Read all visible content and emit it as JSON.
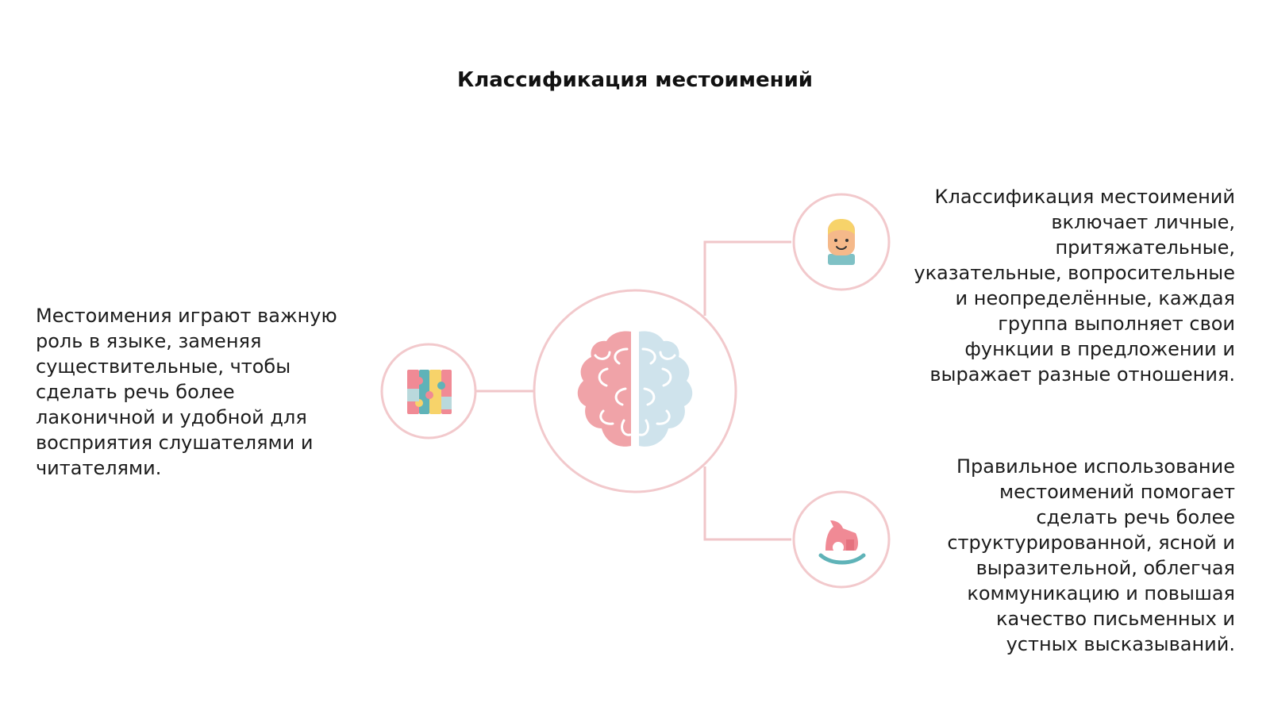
{
  "slide": {
    "title": "Классификация местоимений"
  },
  "blocks": {
    "left_text": "Местоимения играют важную роль в языке, заменяя существительные, чтобы сделать речь более лаконичной и удобной для восприятия слушателями и читателями.",
    "right_top_text": "Классификация местоимений включает личные, притяжательные, указательные, вопросительные и неопределённые, каждая группа выполняет свои функции в предложении и выражает разные отношения.",
    "right_bottom_text": "Правильное использование местоимений помогает сделать речь более структурированной, ясной и выразительной, облегчая коммуникацию и повышая качество письменных и устных высказываний."
  },
  "icons": {
    "center": "brain-icon",
    "left": "puzzle-icon",
    "right_top": "child-face-icon",
    "right_bottom": "rocking-horse-icon"
  },
  "colors": {
    "ring": "#f2c9cc",
    "connector": "#f0c6c9",
    "brain_left": "#f0a3a8",
    "brain_right": "#cfe3ec",
    "teal": "#5fb3b8",
    "pink": "#f08a95",
    "yellow": "#f7d36a"
  }
}
